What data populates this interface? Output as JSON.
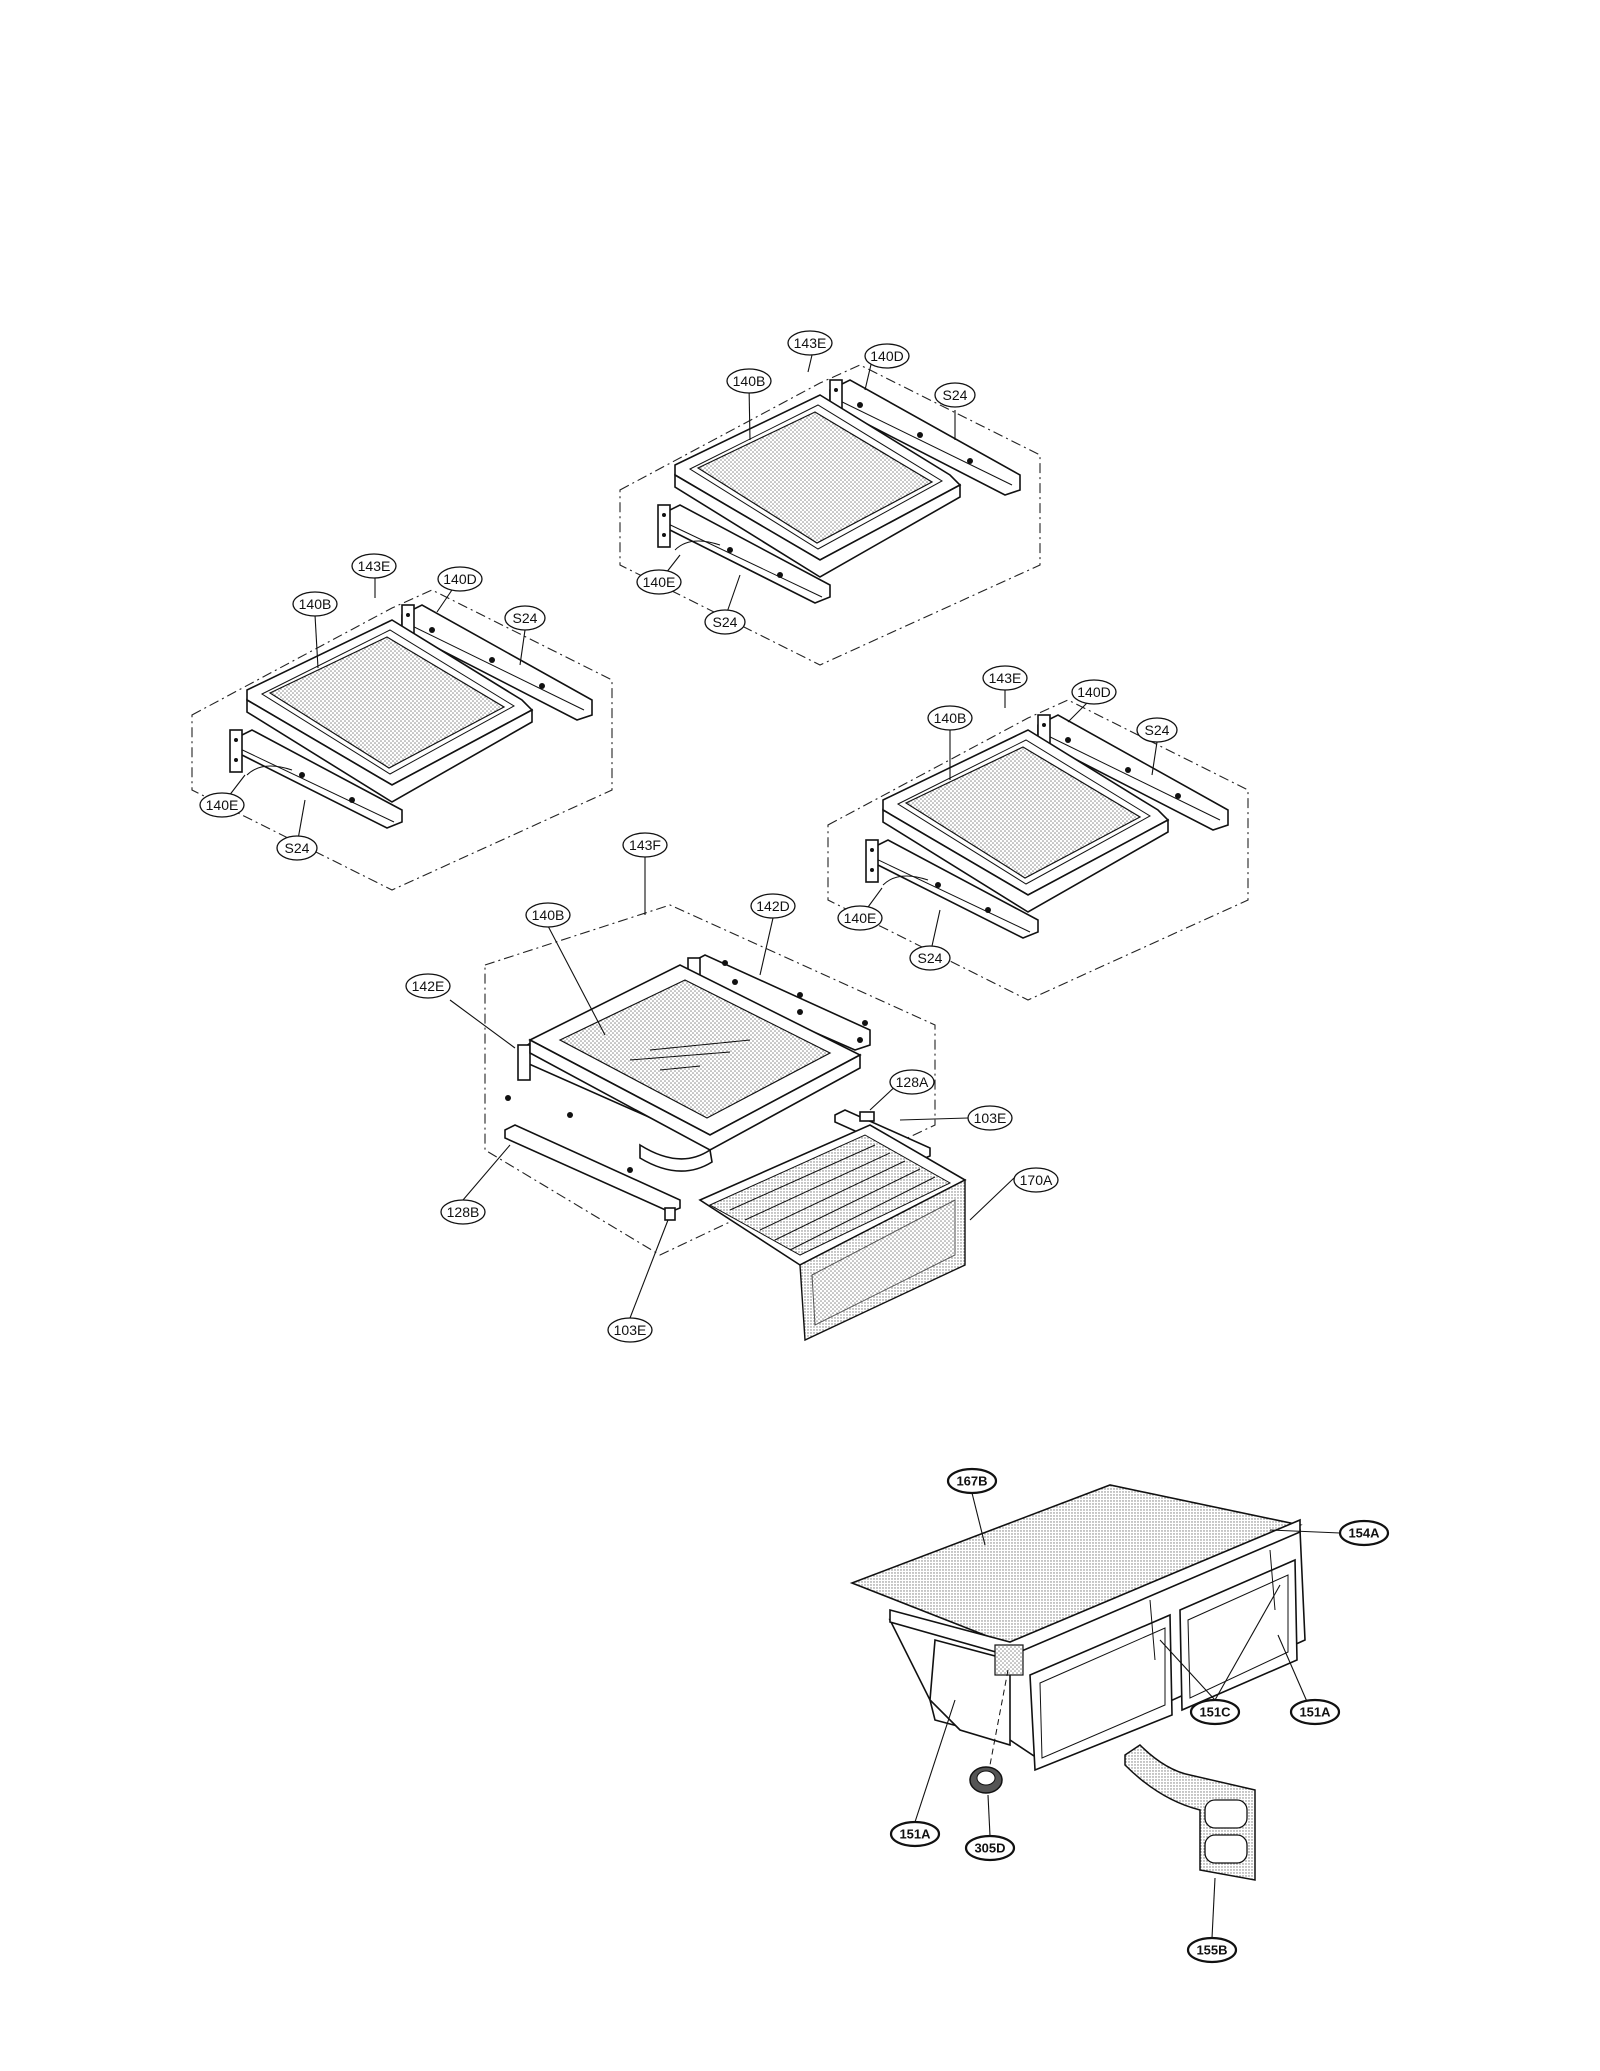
{
  "callouts": {
    "c1_143E": "143E",
    "c1_140D": "140D",
    "c1_140B": "140B",
    "c1_S24a": "S24",
    "c1_140E": "140E",
    "c1_S24b": "S24",
    "c2_143E": "143E",
    "c2_140D": "140D",
    "c2_140B": "140B",
    "c2_S24a": "S24",
    "c2_140E": "140E",
    "c2_S24b": "S24",
    "c3_143E": "143E",
    "c3_140D": "140D",
    "c3_140B": "140B",
    "c3_S24a": "S24",
    "c3_140E": "140E",
    "c3_S24b": "S24",
    "c4_143F": "143F",
    "c4_140B": "140B",
    "c4_142D": "142D",
    "c4_142E": "142E",
    "c4_128A": "128A",
    "c4_103Ea": "103E",
    "c4_170A": "170A",
    "c4_128B": "128B",
    "c4_103Eb": "103E",
    "c5_167B": "167B",
    "c5_154A": "154A",
    "c5_151C": "151C",
    "c5_151Aa": "151A",
    "c5_151Ab": "151A",
    "c5_305D": "305D",
    "c5_155B": "155B"
  },
  "colors": {
    "line": "#111111",
    "background": "#ffffff",
    "glass_dots": "#9a9a9a"
  }
}
